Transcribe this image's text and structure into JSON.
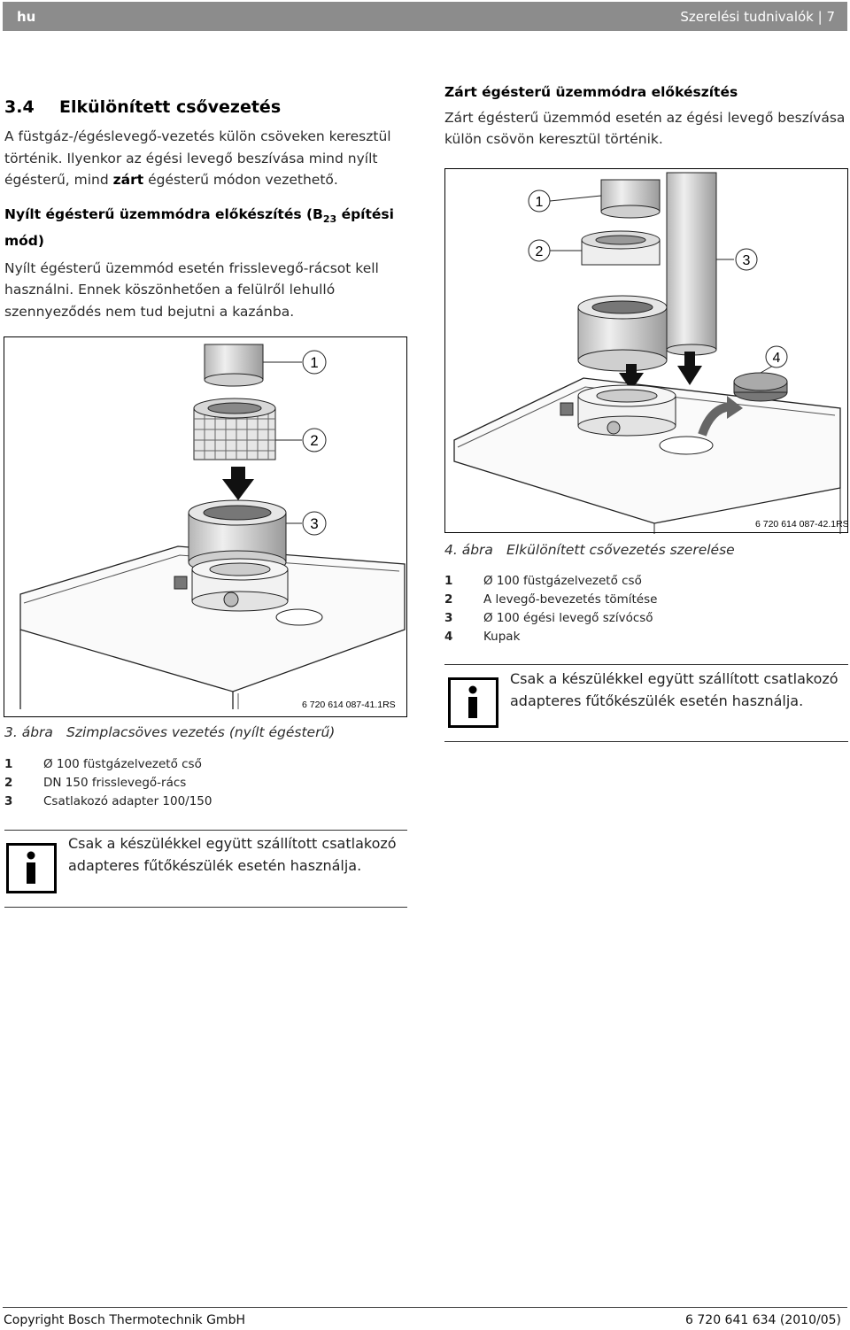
{
  "header": {
    "lang": "hu",
    "title": "Szerelési tudnivalók | 7"
  },
  "left": {
    "section_num": "3.4",
    "section_title": "Elkülönített csővezetés",
    "intro_part1": "A füstgáz-/égéslevegő-vezetés külön csöveken keresztül történik. Ilyenkor az égési levegő beszívása mind nyílt égésterű, mind ",
    "intro_bold": "zárt",
    "intro_part2": " égésterű módon vezethető.",
    "sub_title_part1": "Nyílt égésterű üzemmódra előkészítés (B",
    "sub_title_sub": "23",
    "sub_title_part2": " építési mód)",
    "sub_body": "Nyílt égésterű üzemmód esetén frisslevegő-rácsot kell használni. Ennek köszönhetően a felülről lehulló szennyeződés nem tud bejutni a kazánba.",
    "figure_code": "6 720 614 087-41.1RS",
    "caption_num": "3. ábra",
    "caption_text": "Szimplacsöves vezetés (nyílt égésterű)",
    "callouts": [
      "1",
      "2",
      "3"
    ],
    "legend": [
      {
        "key": "1",
        "text": "Ø 100 füstgázelvezető cső"
      },
      {
        "key": "2",
        "text": "DN 150 frisslevegő-rács"
      },
      {
        "key": "3",
        "text": "Csatlakozó adapter 100/150"
      }
    ],
    "note": "Csak a készülékkel együtt szállított csatlakozó adapteres fűtőkészülék esetén használja."
  },
  "right": {
    "sub_title": "Zárt égésterű üzemmódra előkészítés",
    "sub_body": "Zárt égésterű üzemmód esetén az égési levegő beszívása külön csövön keresztül történik.",
    "figure_code": "6 720 614 087-42.1RS",
    "caption_num": "4. ábra",
    "caption_text": "Elkülönített csővezetés szerelése",
    "callouts": [
      "1",
      "2",
      "3",
      "4"
    ],
    "legend": [
      {
        "key": "1",
        "text": "Ø 100 füstgázelvezető cső"
      },
      {
        "key": "2",
        "text": "A levegő-bevezetés tömítése"
      },
      {
        "key": "3",
        "text": "Ø 100 égési levegő szívócső"
      },
      {
        "key": "4",
        "text": "Kupak"
      }
    ],
    "note": "Csak a készülékkel együtt szállított csatlakozó adapteres fűtőkészülék esetén használja."
  },
  "footer": {
    "copyright": "Copyright Bosch Thermotechnik GmbH",
    "docnum": "6 720 641 634 (2010/05)"
  },
  "icons": {
    "info": "info-icon"
  },
  "colors": {
    "header_bg": "#8c8c8c",
    "header_text": "#ffffff"
  }
}
